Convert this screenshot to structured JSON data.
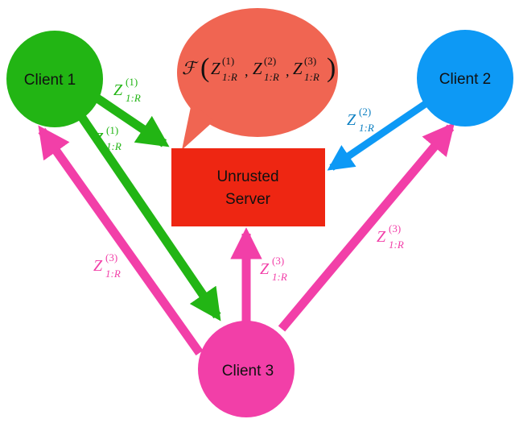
{
  "nodes": {
    "client1": {
      "label": "Client 1",
      "color": "#22b514"
    },
    "client2": {
      "label": "Client 2",
      "color": "#0d99f5"
    },
    "client3": {
      "label": "Client 3",
      "color": "#f23fa8"
    },
    "server": {
      "label_line1": "Unrusted",
      "label_line2": "Server",
      "color": "#ee2612"
    },
    "bubble": {
      "color": "#f06552"
    }
  },
  "bubble_formula": {
    "func": "ℱ",
    "open": "(",
    "close": ")",
    "terms": [
      {
        "base": "Z",
        "sup": "(1)",
        "sub": "1:R"
      },
      {
        "base": "Z",
        "sup": "(2)",
        "sub": "1:R"
      },
      {
        "base": "Z",
        "sup": "(3)",
        "sub": "1:R"
      }
    ],
    "separator": ","
  },
  "edge_labels": {
    "c1_to_server": {
      "base": "Z",
      "sup": "(1)",
      "sub": "1:R",
      "color": "#22b514"
    },
    "c1_to_c3": {
      "base": "Z",
      "sup": "(1)",
      "sub": "1:R",
      "color": "#22b514"
    },
    "c2_to_server": {
      "base": "Z",
      "sup": "(2)",
      "sub": "1:R",
      "color": "#0b7fc2"
    },
    "c3_to_c1": {
      "base": "Z",
      "sup": "(3)",
      "sub": "1:R",
      "color": "#f23fa8"
    },
    "c3_to_server": {
      "base": "Z",
      "sup": "(3)",
      "sub": "1:R",
      "color": "#f23fa8"
    },
    "c3_to_c2": {
      "base": "Z",
      "sup": "(3)",
      "sub": "1:R",
      "color": "#f23fa8"
    }
  },
  "arrow_colors": {
    "green": "#22b514",
    "blue": "#0d99f5",
    "pink": "#f23fa8"
  }
}
